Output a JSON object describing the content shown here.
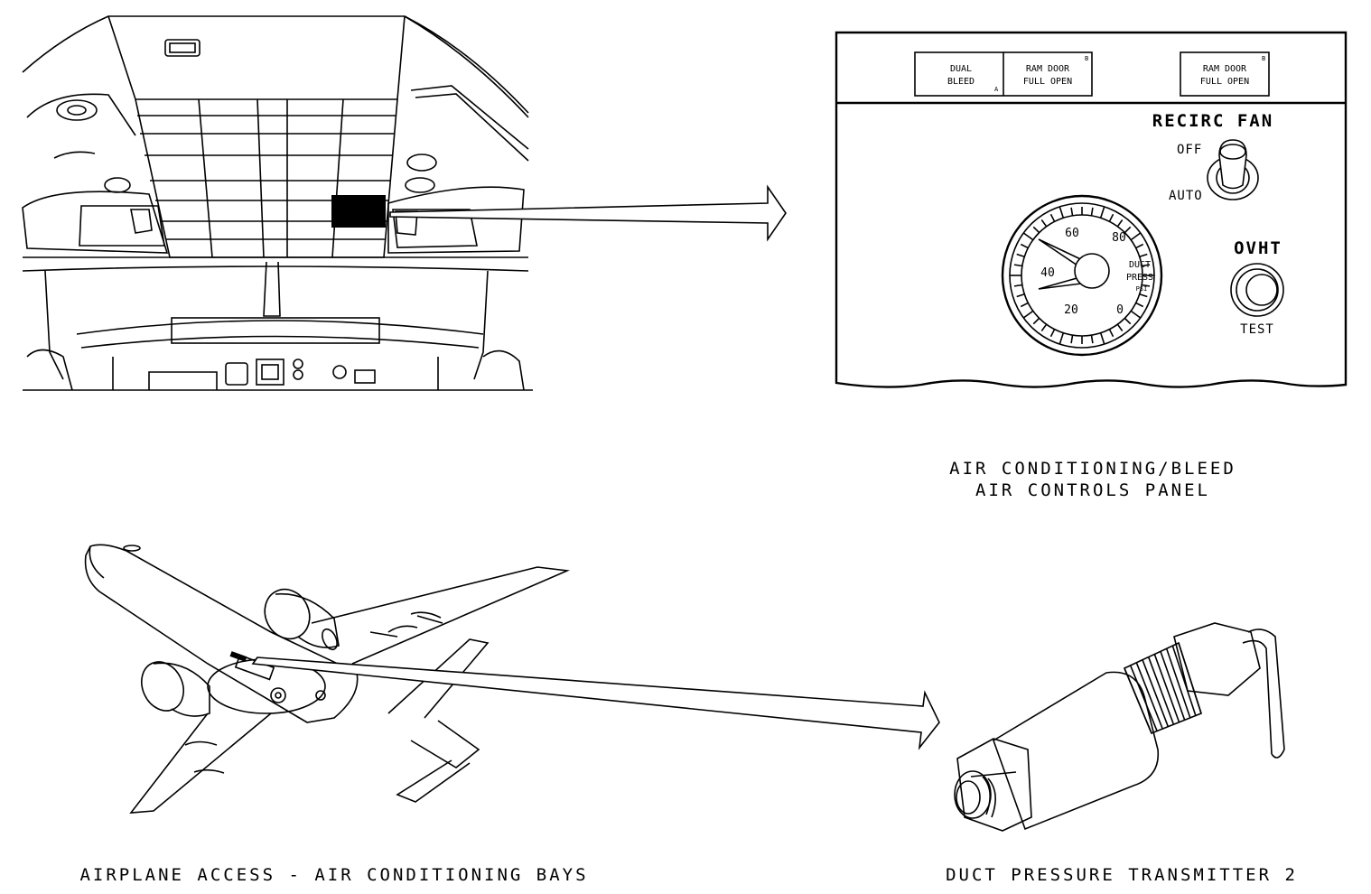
{
  "annunciators": {
    "dual_bleed": [
      "DUAL",
      "BLEED"
    ],
    "dual_bleed_corner": "A",
    "ram_door_left": [
      "RAM DOOR",
      "FULL OPEN"
    ],
    "ram_door_left_corner": "B",
    "ram_door_right": [
      "RAM DOOR",
      "FULL OPEN"
    ],
    "ram_door_right_corner": "B"
  },
  "recirc_fan": {
    "title": "RECIRC FAN",
    "off": "OFF",
    "auto": "AUTO"
  },
  "ovht": {
    "title": "OVHT",
    "test": "TEST"
  },
  "gauge": {
    "ticks": [
      "60",
      "80",
      "40",
      "20",
      "0"
    ],
    "label_line1": "DUCT",
    "label_line2": "PRESS",
    "unit": "PSI"
  },
  "captions": {
    "panel_line1": "AIR CONDITIONING/BLEED",
    "panel_line2": "AIR CONTROLS PANEL",
    "airplane": "AIRPLANE ACCESS - AIR CONDITIONING BAYS",
    "transmitter": "DUCT PRESSURE TRANSMITTER 2"
  }
}
